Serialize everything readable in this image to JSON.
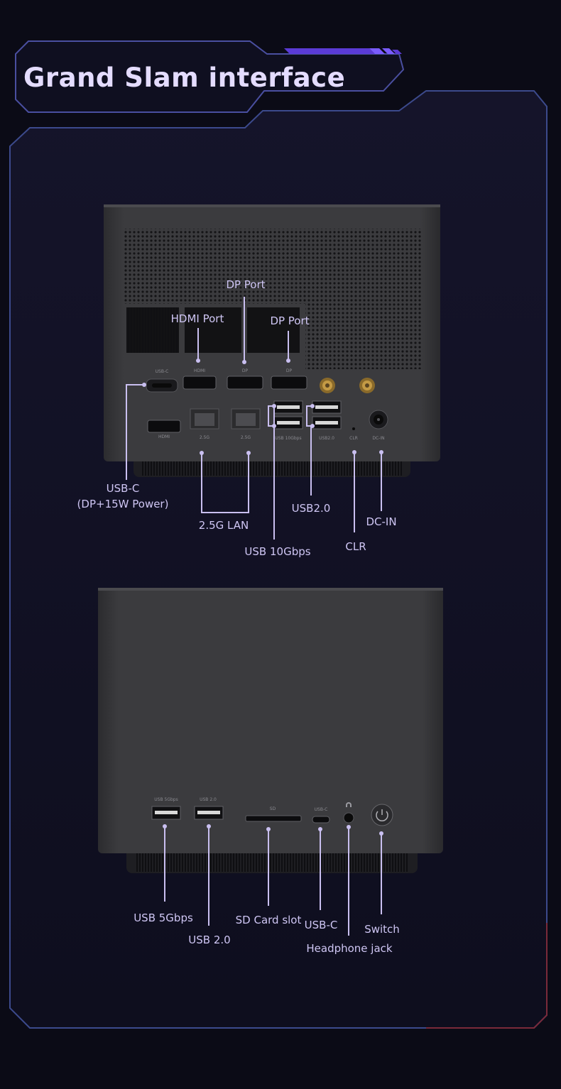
{
  "page": {
    "title": "Grand Slam interface",
    "accent_color": "#b9aaf0",
    "frame_color": "#3c4a8c",
    "background_color": "#0b0b16"
  },
  "rear_view": {
    "callouts": {
      "dp_port_top": "DP Port",
      "hdmi_port": "HDMI Port",
      "dp_port_right": "DP Port",
      "usb_c": "USB-C",
      "usb_c_sub": "(DP+15W Power)",
      "lan": "2.5G LAN",
      "usb_10gbps": "USB 10Gbps",
      "usb2": "USB2.0",
      "clr": "CLR",
      "dc_in": "DC-IN"
    },
    "port_labels": {
      "usb_c": "USB-C",
      "hdmi_top": "HDMI",
      "dp1": "DP",
      "dp2": "DP",
      "hdmi_bottom": "HDMI",
      "lan1": "2.5G",
      "lan2": "2.5G",
      "usb10": "USB 10Gbps",
      "usb20": "USB2.0",
      "clr": "CLR",
      "dcin": "DC-IN"
    }
  },
  "front_view": {
    "callouts": {
      "usb_5gbps": "USB 5Gbps",
      "usb_20": "USB 2.0",
      "sd_card": "SD Card slot",
      "usb_c": "USB-C",
      "switch": "Switch",
      "headphone": "Headphone jack"
    },
    "port_labels": {
      "usb5": "USB 5Gbps",
      "usb20": "USB 2.0",
      "sd": "SD",
      "usbc": "USB-C"
    }
  }
}
